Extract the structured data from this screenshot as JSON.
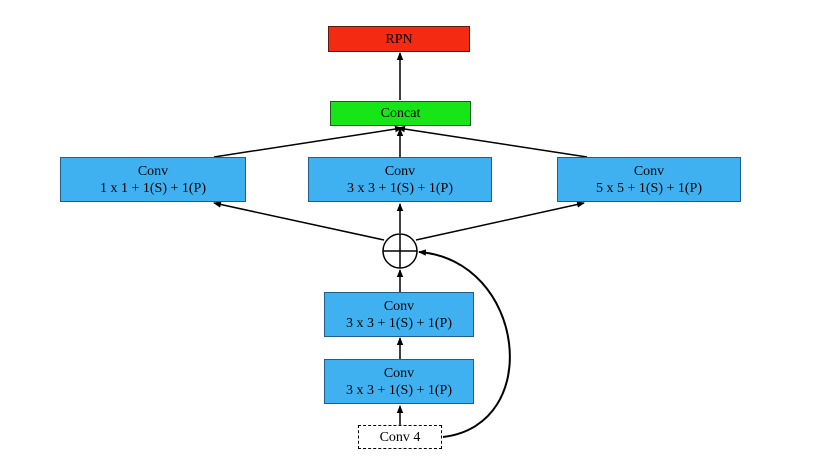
{
  "nodes": {
    "rpn": {
      "label": "RPN",
      "color": "#f42a12"
    },
    "concat": {
      "label": "Concat",
      "color": "#16e616"
    },
    "conv_1x1": {
      "title": "Conv",
      "spec": "1 x 1 + 1(S) + 1(P)",
      "color": "#3fb0f0"
    },
    "conv_3x3_mid": {
      "title": "Conv",
      "spec": "3 x 3 + 1(S) + 1(P)",
      "color": "#3fb0f0"
    },
    "conv_5x5": {
      "title": "Conv",
      "spec": "5 x 5 + 1(S) + 1(P)",
      "color": "#3fb0f0"
    },
    "conv_3x3_upper": {
      "title": "Conv",
      "spec": "3 x 3 + 1(S) + 1(P)",
      "color": "#3fb0f0"
    },
    "conv_3x3_lower": {
      "title": "Conv",
      "spec": "3 x 3 + 1(S) + 1(P)",
      "color": "#3fb0f0"
    },
    "conv4": {
      "label": "Conv 4",
      "border_style": "dashed"
    }
  },
  "sum_node": {
    "symbol": "+"
  }
}
